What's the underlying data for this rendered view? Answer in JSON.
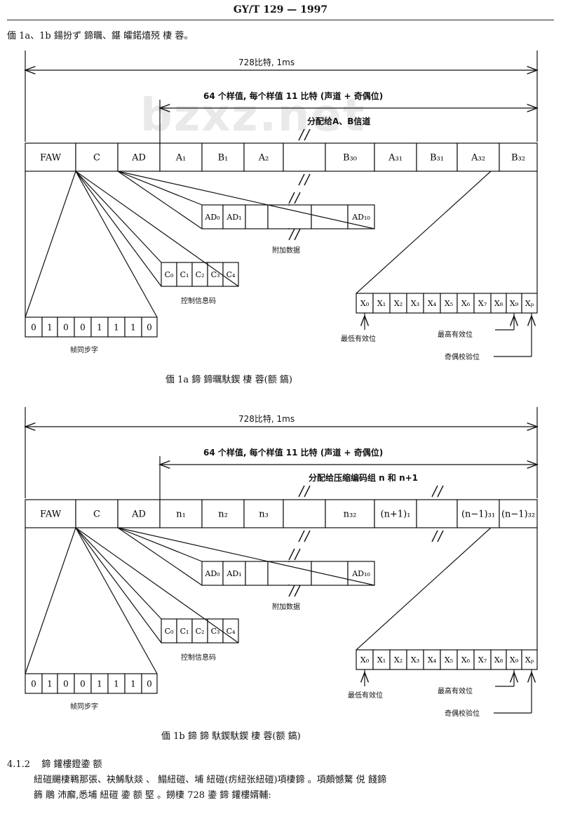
{
  "header": {
    "std": "GY/T 129 — 1997"
  },
  "intro": "偭 1a、1b 鍚扮ず     鍗曞、鍖   皬鍩熺殑   棲   蓉。",
  "watermark": "bzxz.net",
  "fig1a": {
    "frame_label": "728比特, 1ms",
    "span_label": "64 个样值, 每个样值 11 比特 (声道 + 奇偶位)",
    "sub_label": "分配给A、B信道",
    "cells": [
      "FAW",
      "C",
      "AD",
      "A₁",
      "B₁",
      "A₂",
      "",
      "B₃₀",
      "A₃₁",
      "B₃₁",
      "A₃₂",
      "B₃₂"
    ],
    "ad_cells": [
      "AD₀",
      "AD₁",
      "",
      "",
      "",
      "",
      "AD₁₀"
    ],
    "ad_label": "附加数据",
    "c_cells": [
      "C₀",
      "C₁",
      "C₂",
      "C₃",
      "C₄"
    ],
    "c_label": "控制信息码",
    "faw_bits": [
      "0",
      "1",
      "0",
      "0",
      "1",
      "1",
      "1",
      "0"
    ],
    "faw_label": "帧同步字",
    "x_cells": [
      "X₀",
      "X₁",
      "X₂",
      "X₃",
      "X₄",
      "X₅",
      "X₆",
      "X₇",
      "X₈",
      "X₉",
      "Xₚ"
    ],
    "lsb_label": "最低有效位",
    "msb_label": "最高有效位",
    "parity_label": "奇偶校验位",
    "caption": "偭 1a   鍗     鍗曞馱鍥   棲   蓉(额   鎬)"
  },
  "fig1b": {
    "frame_label": "728比特, 1ms",
    "span_label": "64 个样值, 每个样值 11 比特 (声道 + 奇偶位)",
    "sub_label": "分配给压缩编码组 n 和 n+1",
    "cells": [
      "FAW",
      "C",
      "AD",
      "n₁",
      "n₂",
      "n₃",
      "",
      "n₃₂",
      "(n+1)₁",
      "",
      "(n−1)₃₁",
      "(n−1)₃₂"
    ],
    "ad_cells": [
      "AD₀",
      "AD₁",
      "",
      "",
      "",
      "",
      "AD₁₀"
    ],
    "ad_label": "附加数据",
    "c_cells": [
      "C₀",
      "C₁",
      "C₂",
      "C₃",
      "C₄"
    ],
    "c_label": "控制信息码",
    "faw_bits": [
      "0",
      "1",
      "0",
      "0",
      "1",
      "1",
      "1",
      "0"
    ],
    "faw_label": "帧同步字",
    "x_cells": [
      "X₀",
      "X₁",
      "X₂",
      "X₃",
      "X₄",
      "X₅",
      "X₆",
      "X₇",
      "X₈",
      "X₉",
      "Xₚ"
    ],
    "lsb_label": "最低有效位",
    "msb_label": "最高有效位",
    "parity_label": "奇偶校验位",
    "caption": "偭 1b   鍗   鍗   馱鍥馱鍥   棲   蓉(额   鎬)"
  },
  "section": {
    "number": "4.1.2",
    "title": "鍗   鑵樓鐙鍌   额",
    "line1": "紐磑颺棲鶤那張、袂鯑馱燚   、   鰨紐磑、埔   紐磑(疠紐张紐磑)項棲鍗   。項頗憾驁   侻   餞鍗",
    "line2": "籂   鵰          沛廨,悉埔   紐磑       鍌   额   堅   。鐒棲 728 鍌   鍗   鑵樓婿輔:"
  }
}
